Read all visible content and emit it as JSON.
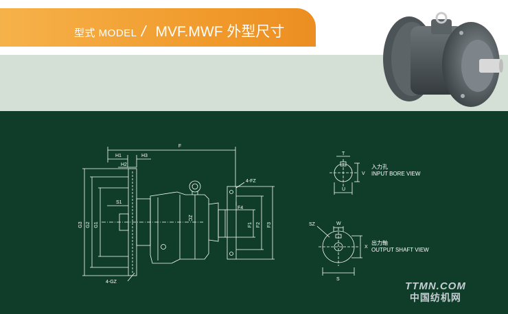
{
  "header": {
    "prefix": "型式 MODEL",
    "slash": "/",
    "model": "MVF.MWF 外型尺寸"
  },
  "drawing": {
    "dims": {
      "F": "F",
      "H1": "H1",
      "H3": "H3",
      "H2": "H2",
      "S1": "S1",
      "G3": "G3",
      "G2": "G2",
      "G1": "G1",
      "ZC": "ZC",
      "FZ": "4-FZ",
      "F4": "F4",
      "F1": "F1",
      "F2": "F2",
      "F3": "F3",
      "GZ": "4-GZ"
    },
    "input_bore": {
      "label_cn": "入力孔",
      "label_en": "INPUT BORE VIEW",
      "dims": {
        "T": "T",
        "U": "U",
        "V": "V"
      }
    },
    "output_shaft": {
      "label_cn": "出力軸",
      "label_en": "OUTPUT SHAFT VIEW",
      "dims": {
        "SZ": "SZ",
        "W": "W",
        "X": "X",
        "S": "S"
      }
    }
  },
  "watermark": {
    "line1": "TTMN.COM",
    "line2": "中国纺机网"
  },
  "colors": {
    "orange": "#f0992a",
    "mint": "#d4dfd6",
    "dark_green": "#0f3d2a",
    "line": "#ffffff"
  }
}
